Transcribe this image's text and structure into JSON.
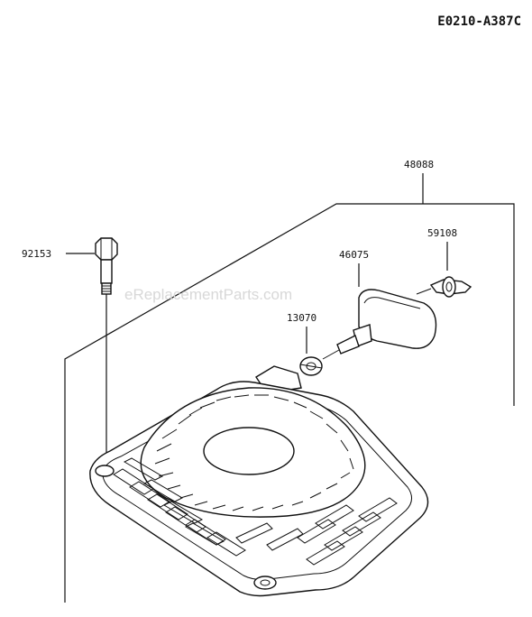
{
  "diagram": {
    "code": "E0210-A387C",
    "watermark": "eReplacementParts.com",
    "parts": [
      {
        "id": "p-48088",
        "number": "48088"
      },
      {
        "id": "p-92153",
        "number": "92153"
      },
      {
        "id": "p-59108",
        "number": "59108"
      },
      {
        "id": "p-46075",
        "number": "46075"
      },
      {
        "id": "p-13070",
        "number": "13070"
      }
    ]
  }
}
